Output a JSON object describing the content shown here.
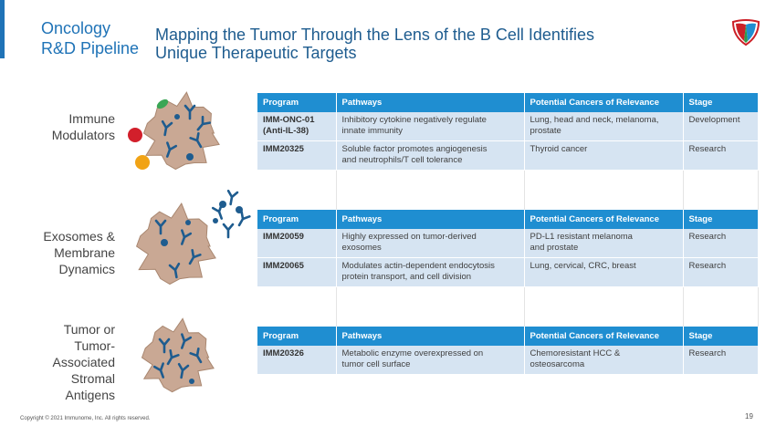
{
  "header": {
    "section_line1": "Oncology",
    "section_line2": "R&D Pipeline",
    "title_line1": "Mapping the Tumor Through the Lens of the B Cell Identifies",
    "title_line2": "Unique Therapeutic Targets"
  },
  "colors": {
    "accent": "#1f73b7",
    "table_header": "#1f8ed1",
    "table_row": "#d6e4f2",
    "cell_body": "#c9a894",
    "antibody": "#1e5c8f"
  },
  "columns": [
    "Program",
    "Pathways",
    "Potential Cancers of Relevance",
    "Stage"
  ],
  "groups": [
    {
      "label_lines": [
        "Immune",
        "Modulators"
      ],
      "icon": "tumor-cell-immune-icon",
      "rows": [
        {
          "program": [
            "IMM-ONC-01",
            "(Anti-IL-38)"
          ],
          "pathway": [
            "Inhibitory cytokine negatively regulate",
            "innate immunity"
          ],
          "cancers": [
            "Lung, head and neck, melanoma,",
            "prostate"
          ],
          "stage": "Development"
        },
        {
          "program": [
            "IMM20325"
          ],
          "pathway": [
            "Soluble factor promotes angiogenesis",
            "and neutrophils/T cell tolerance"
          ],
          "cancers": [
            "Thyroid cancer"
          ],
          "stage": "Research"
        }
      ]
    },
    {
      "label_lines": [
        "Exosomes &",
        "Membrane",
        "Dynamics"
      ],
      "icon": "tumor-cell-exosome-icon",
      "rows": [
        {
          "program": [
            "IMM20059"
          ],
          "pathway": [
            "Highly expressed on tumor-derived",
            "exosomes"
          ],
          "cancers": [
            "PD-L1 resistant melanoma",
            "and prostate"
          ],
          "stage": "Research"
        },
        {
          "program": [
            "IMM20065"
          ],
          "pathway": [
            "Modulates actin-dependent endocytosis",
            "protein transport, and cell division"
          ],
          "cancers": [
            "Lung, cervical, CRC, breast"
          ],
          "stage": "Research"
        }
      ]
    },
    {
      "label_lines": [
        "Tumor or",
        "Tumor-",
        "Associated",
        "Stromal",
        "Antigens"
      ],
      "icon": "tumor-cell-stromal-icon",
      "rows": [
        {
          "program": [
            "IMM20326"
          ],
          "pathway": [
            "Metabolic enzyme overexpressed on",
            "tumor cell surface"
          ],
          "cancers": [
            "Chemoresistant HCC &",
            "osteosarcoma"
          ],
          "stage": "Research"
        }
      ]
    }
  ],
  "footer": "Copyright © 2021 Immunome, Inc. All rights reserved.",
  "page_number": "19"
}
